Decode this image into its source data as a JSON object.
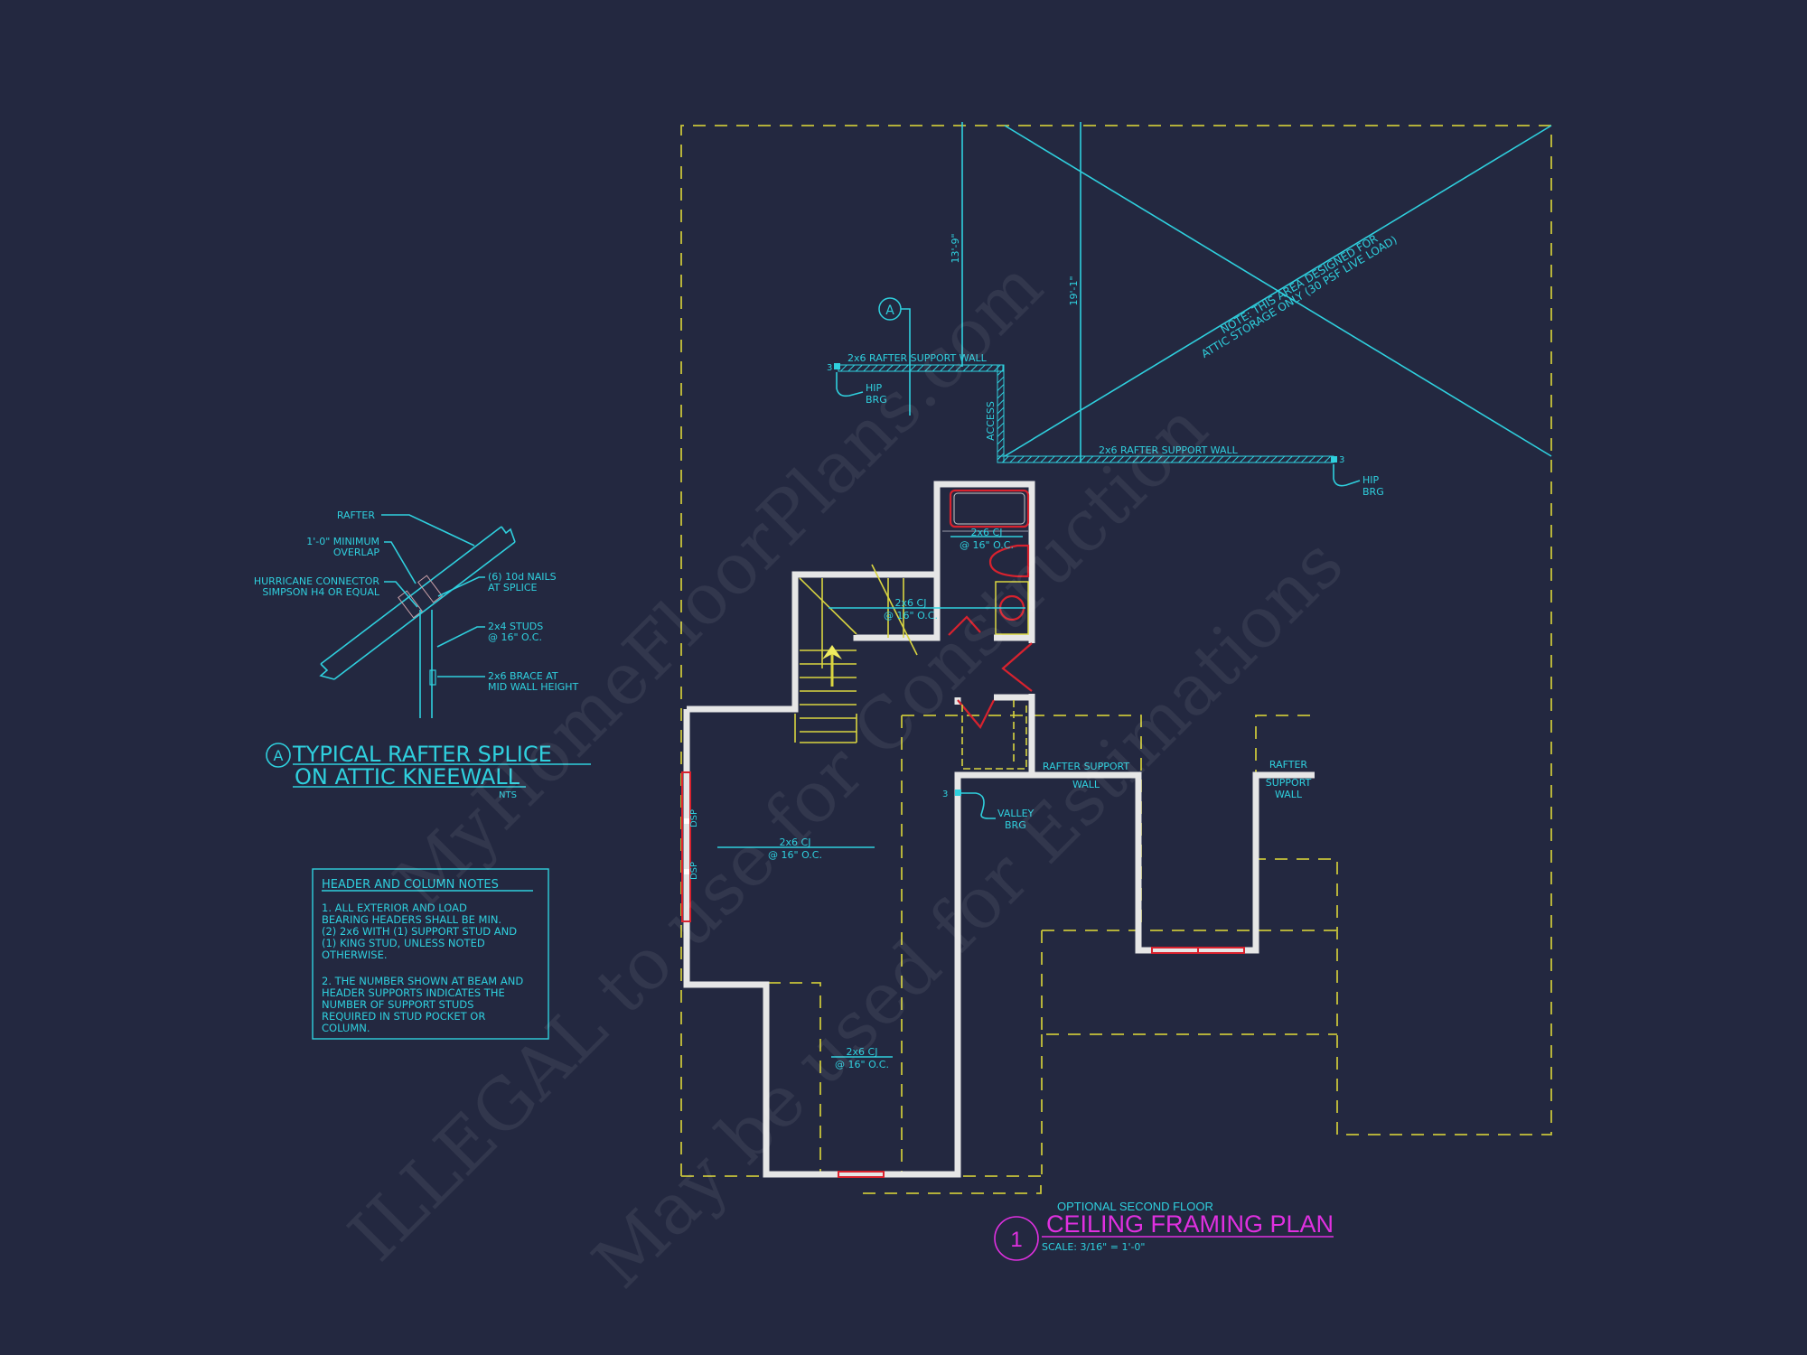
{
  "sheet": {
    "background": "#232840",
    "colors": {
      "annotation": "#2fd0de",
      "walls": "#e6e6e6",
      "dashed_outline": "#c8c43a",
      "fixtures": "#d8222e",
      "title": "#e030e0"
    }
  },
  "title_block": {
    "number": "1",
    "subtitle": "OPTIONAL SECOND FLOOR",
    "title": "CEILING FRAMING PLAN",
    "scale": "SCALE: 3/16\" = 1'-0\""
  },
  "detail_a": {
    "marker": "A",
    "title_line1": "TYPICAL RAFTER SPLICE",
    "title_line2": "ON ATTIC KNEEWALL",
    "scale": "NTS",
    "labels": {
      "rafter": "RAFTER",
      "overlap_1": "1'-0\" MINIMUM",
      "overlap_2": "OVERLAP",
      "connector_1": "HURRICANE CONNECTOR",
      "connector_2": "SIMPSON H4 OR EQUAL",
      "nails_1": "(6) 10d NAILS",
      "nails_2": "AT SPLICE",
      "studs_1": "2x4 STUDS",
      "studs_2": "@ 16\" O.C.",
      "brace_1": "2x6 BRACE AT",
      "brace_2": "MID WALL HEIGHT"
    }
  },
  "notes": {
    "heading": "HEADER AND COLUMN NOTES",
    "note1": [
      "1. ALL EXTERIOR AND LOAD",
      "BEARING HEADERS SHALL BE MIN.",
      "(2) 2x6 WITH (1) SUPPORT STUD AND",
      "(1) KING STUD, UNLESS NOTED",
      "OTHERWISE."
    ],
    "note2": [
      "2. THE NUMBER SHOWN AT BEAM AND",
      "HEADER SUPPORTS INDICATES THE",
      "NUMBER OF SUPPORT STUDS",
      "REQUIRED IN STUD POCKET OR",
      "COLUMN."
    ]
  },
  "plan": {
    "section_marker": "A",
    "dim_1": "13'-9\"",
    "dim_2": "19'-1\"",
    "attic_note_1": "NOTE: THIS AREA DESIGNED FOR",
    "attic_note_2": "ATTIC STORAGE ONLY (30 PSF LIVE LOAD)",
    "rafter_wall_upper": "2x6 RAFTER SUPPORT WALL",
    "rafter_wall_lower": "2x6 RAFTER SUPPORT WALL",
    "access": "ACCESS",
    "hip_brg_left": {
      "count": "3",
      "line1": "HIP",
      "line2": "BRG"
    },
    "hip_brg_right": {
      "count": "3",
      "line1": "HIP",
      "line2": "BRG"
    },
    "valley_brg": {
      "count": "3",
      "line1": "VALLEY",
      "line2": "BRG"
    },
    "rafter_support_mid_1": "RAFTER SUPPORT",
    "rafter_support_mid_2": "WALL",
    "rafter_support_right_1": "RAFTER",
    "rafter_support_right_2": "SUPPORT",
    "rafter_support_right_3": "WALL",
    "cj_label": "2x6 CJ",
    "cj_spacing": "@ 16\" O.C.",
    "dsp": "DSP"
  },
  "watermark": {
    "line1": "MyHomeFloorPlans.com",
    "line2": "ILLEGAL to use for Construction",
    "line3": "May be used for Estimations"
  }
}
